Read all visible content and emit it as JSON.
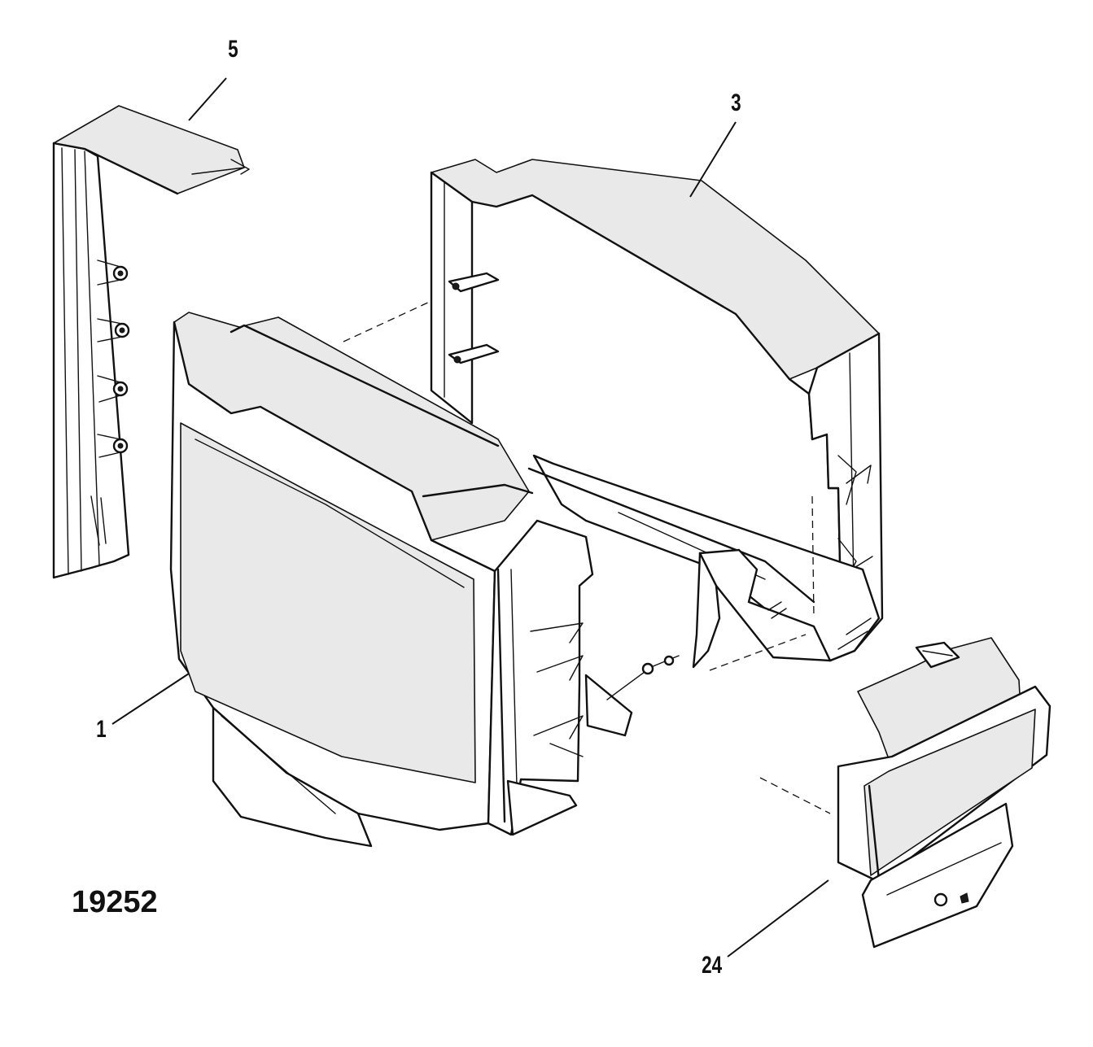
{
  "diagram": {
    "figure_id": "19252",
    "callouts": [
      {
        "id": "callout-5",
        "label": "5"
      },
      {
        "id": "callout-3",
        "label": "3"
      },
      {
        "id": "callout-1",
        "label": "1"
      },
      {
        "id": "callout-24",
        "label": "24"
      }
    ],
    "parts": [
      {
        "id": "part-5",
        "ref": "5"
      },
      {
        "id": "part-3",
        "ref": "3"
      },
      {
        "id": "part-1",
        "ref": "1"
      },
      {
        "id": "part-24",
        "ref": "24"
      }
    ]
  }
}
